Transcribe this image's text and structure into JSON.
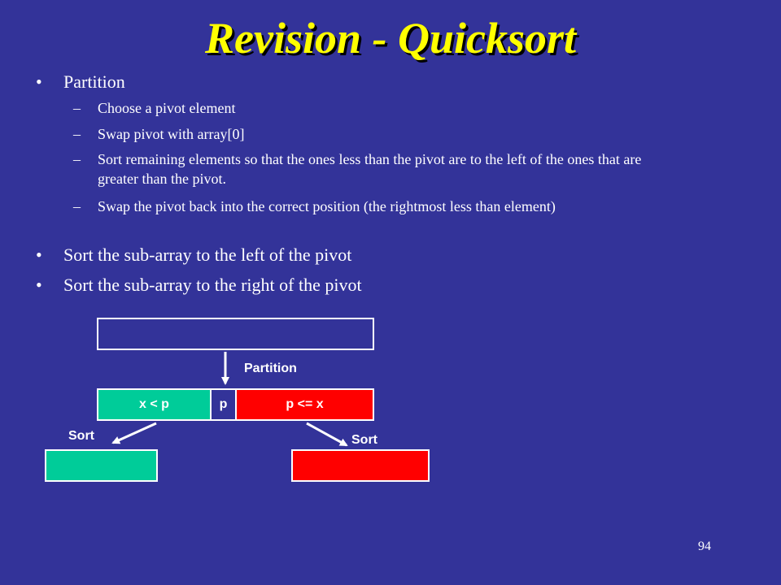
{
  "slide": {
    "title": "Revision - Quicksort",
    "bullets": [
      {
        "text": "Partition"
      },
      {
        "text": "Sort the sub-array to the left of the pivot"
      },
      {
        "text": "Sort the sub-array to the right of the pivot"
      }
    ],
    "sub_bullets": [
      "Choose a pivot element",
      "Swap pivot with array[0]",
      "Sort remaining elements so that the ones less than the pivot are to the left of the ones that are greater than the pivot.",
      "Swap the pivot back into the correct position (the rightmost less than element)"
    ],
    "bullet_symbol": "•",
    "dash_symbol": "–",
    "page_number": "94"
  },
  "diagram": {
    "partition_label": "Partition",
    "left_cell": "x < p",
    "pivot_cell": "p",
    "right_cell": "p <= x",
    "sort_left_label": "Sort",
    "sort_right_label": "Sort"
  },
  "colors": {
    "background": "#333399",
    "title": "#ffff00",
    "less_than": "#00cc99",
    "greater_equal": "#ff0000",
    "pivot": "#333399"
  }
}
